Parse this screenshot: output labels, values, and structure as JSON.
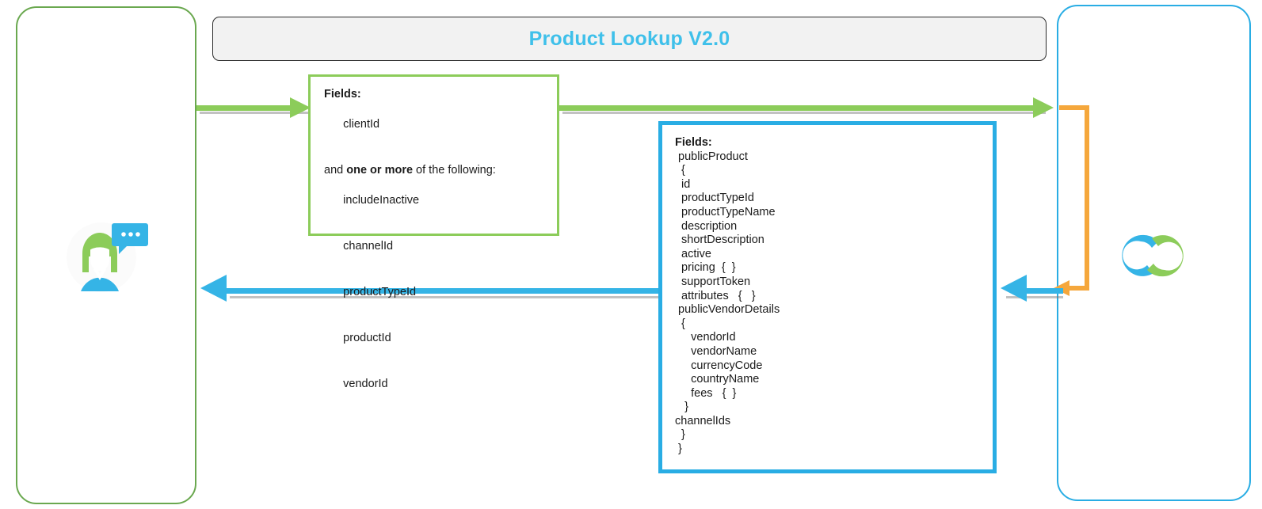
{
  "title": {
    "text": "Product Lookup V2.0",
    "color": "#3fc0ea"
  },
  "lanes": {
    "consumer": {
      "name": "consumer-lane",
      "border_color": "#6aa84f"
    },
    "provider": {
      "name": "provider-lane",
      "border_color": "#29ade4"
    }
  },
  "icons": {
    "consumer": "user-with-speech-bubble-icon",
    "provider": "interlocking-circles-logo-icon"
  },
  "request": {
    "border_color": "#8ccc5a",
    "heading": "Fields:",
    "primary_fields": [
      "clientId"
    ],
    "condition_prefix": "and ",
    "condition_bold": "one or more",
    "condition_suffix": " of the following:",
    "optional_fields": [
      "includeInactive",
      "channelId",
      "productTypeId",
      "productId",
      "vendorId"
    ]
  },
  "response": {
    "border_color": "#29ade4",
    "heading": "Fields:",
    "lines": [
      " publicProduct",
      "  {",
      "  id",
      "  productTypeId",
      "  productTypeName",
      "  description",
      "  shortDescription",
      "  active",
      "  pricing  {  }",
      "  supportToken",
      "  attributes   {   }",
      " publicVendorDetails",
      "  {",
      "     vendorId",
      "     vendorName",
      "     currencyCode",
      "     countryName",
      "     fees   {  }",
      "   }",
      "channelIds",
      "  }",
      " }"
    ]
  },
  "connectors": {
    "request_arrow": {
      "name": "request-arrow",
      "color": "#8ccc5a",
      "direction": "right"
    },
    "request_to_provider_arrow": {
      "name": "request-to-provider-arrow",
      "color": "#8ccc5a",
      "direction": "right"
    },
    "response_arrow": {
      "name": "response-arrow",
      "color": "#35b4e6",
      "direction": "left"
    },
    "provider_to_response_arrow": {
      "name": "provider-to-response-arrow",
      "color": "#35b4e6",
      "direction": "left"
    },
    "provider_internal_path": {
      "name": "provider-internal-path",
      "color": "#f5a73c",
      "direction": "left"
    }
  }
}
